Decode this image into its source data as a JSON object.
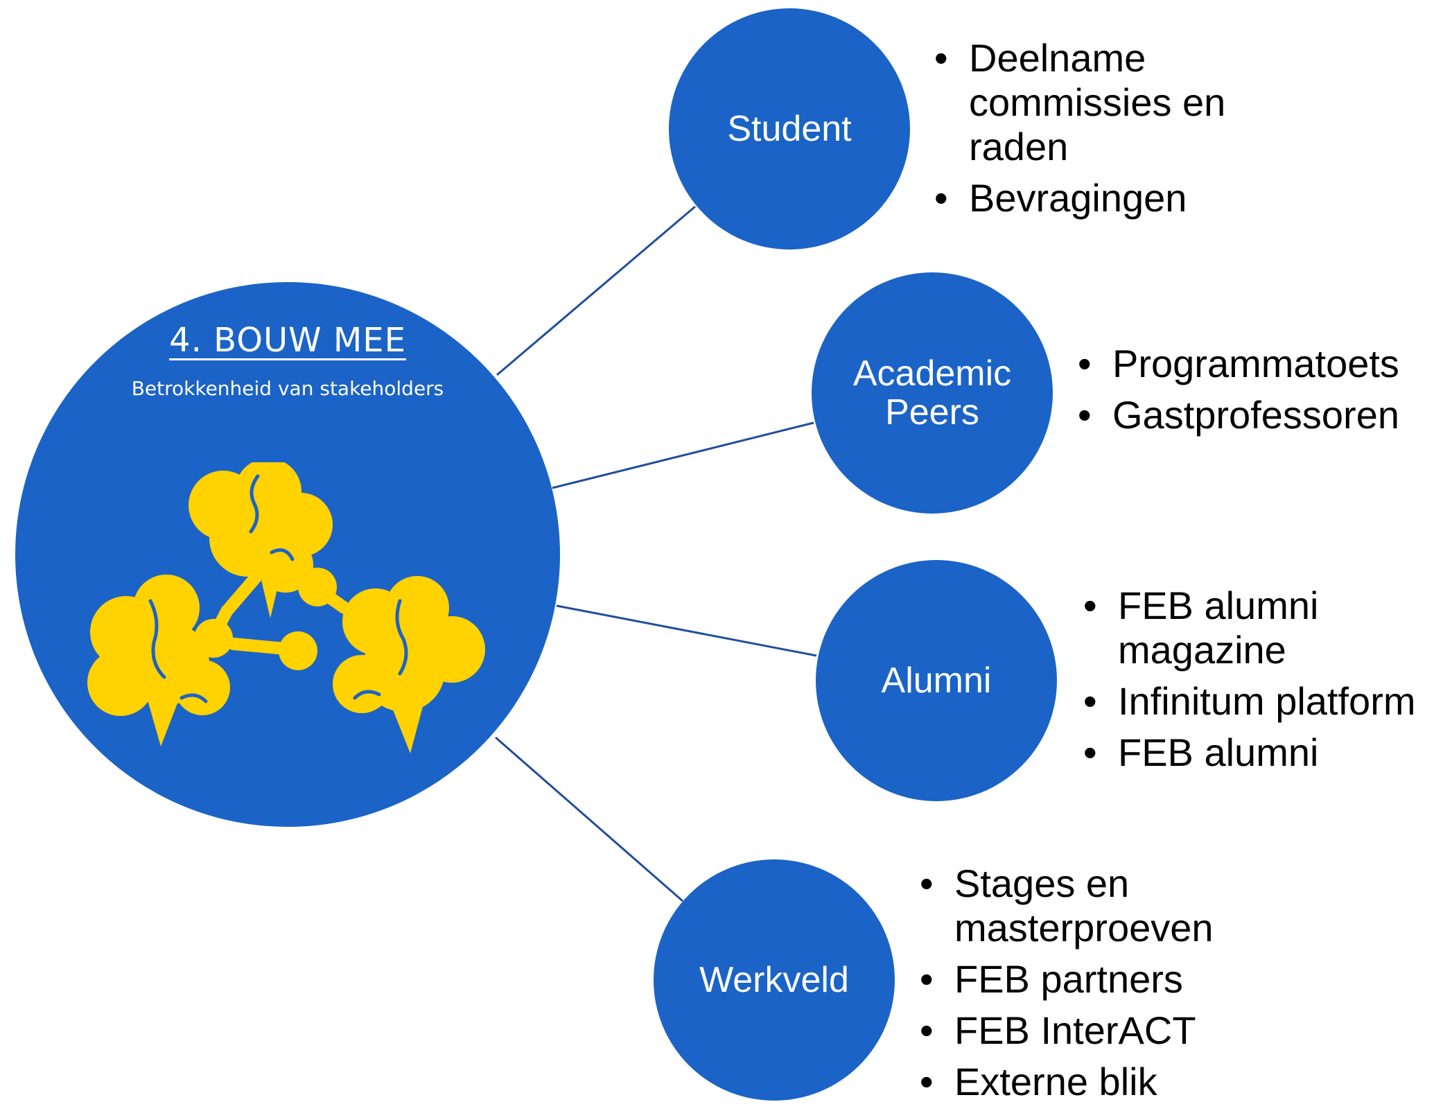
{
  "hub": {
    "title": "4. BOUW MEE",
    "subtitle": "Betrokkenheid van stakeholders",
    "logo_icon": "three-brains-network-icon",
    "fill_color": "#1b63c6",
    "logo_color": "#ffd200"
  },
  "stakeholders": [
    {
      "label": "Student",
      "items": [
        "Deelname commissies en raden",
        "Bevragingen"
      ]
    },
    {
      "label": "Academic\nPeers",
      "items": [
        "Programmatoets",
        "Gastprofessoren"
      ]
    },
    {
      "label": "Alumni",
      "items": [
        "FEB alumni magazine",
        "Infinitum platform",
        "FEB alumni"
      ]
    },
    {
      "label": "Werkveld",
      "items": [
        "Stages en masterproeven",
        "FEB partners",
        "FEB InterACT",
        "Externe blik"
      ]
    }
  ],
  "colors": {
    "node_fill": "#1b63c6",
    "connector": "#1f4e9c",
    "text_on_node": "#ffffff",
    "item_text": "#000000"
  }
}
